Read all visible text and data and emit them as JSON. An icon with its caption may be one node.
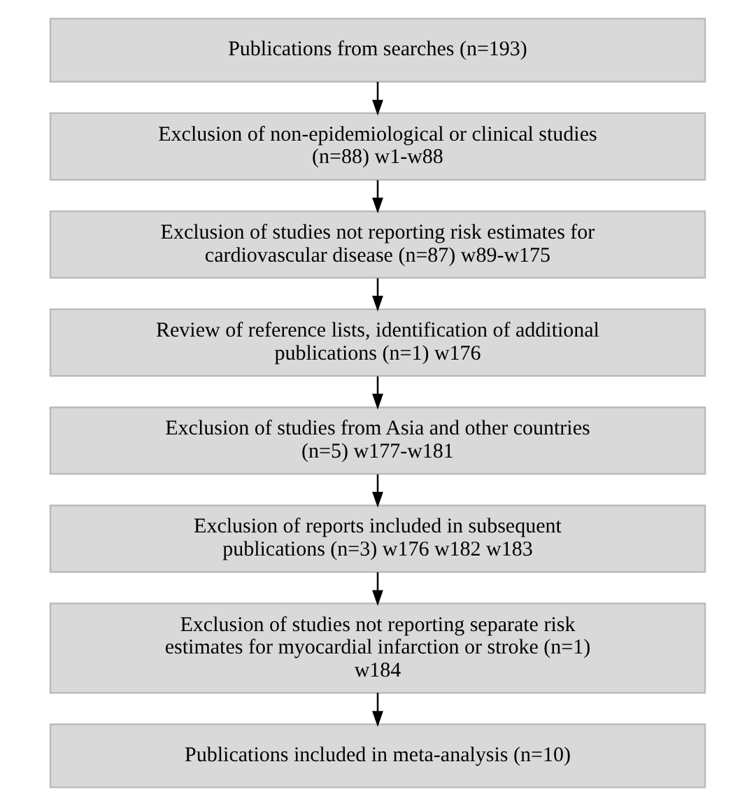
{
  "diagram": {
    "nodes": [
      {
        "text": [
          "Publications from searches (n=193)"
        ]
      },
      {
        "text": [
          "Exclusion of non-epidemiological or clinical studies (n=88) w1-w88"
        ]
      },
      {
        "text": [
          "Exclusion of studies not reporting risk estimates for cardiovascular disease (n=87) w89-w175"
        ]
      },
      {
        "text": [
          "Review of reference lists, identification of additional publications (n=1) w176"
        ]
      },
      {
        "text": [
          "Exclusion of studies from Asia and other countries (n=5) w177-w181"
        ]
      },
      {
        "text": [
          "Exclusion of reports included in subsequent publications (n=3) w176 w182 w183"
        ]
      },
      {
        "text": [
          "Exclusion of studies not reporting separate risk estimates for myocardial infarction or stroke (n=1) w184"
        ]
      },
      {
        "text": [
          "Publications included in meta-analysis (n=10)"
        ]
      }
    ],
    "edges": [
      {
        "from": 0,
        "to": 1,
        "arrow": "to"
      },
      {
        "from": 1,
        "to": 2,
        "arrow": "to"
      },
      {
        "from": 2,
        "to": 3,
        "arrow": "to"
      },
      {
        "from": 3,
        "to": 4,
        "arrow": "to"
      },
      {
        "from": 4,
        "to": 5,
        "arrow": "to"
      },
      {
        "from": 5,
        "to": 6,
        "arrow": "to"
      },
      {
        "from": 6,
        "to": 7,
        "arrow": "to"
      }
    ]
  }
}
